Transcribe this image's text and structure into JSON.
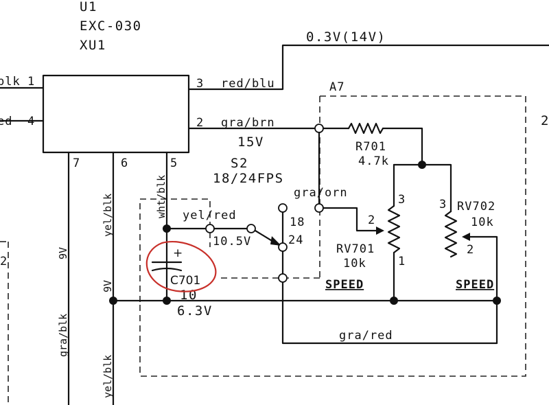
{
  "ic": {
    "name_line1": "U1",
    "name_line2": "EXC-030",
    "name_line3": "XU1",
    "pins": {
      "p1": "1",
      "p2": "2",
      "p3": "3",
      "p4": "4",
      "p5": "5",
      "p6": "6",
      "p7": "7"
    }
  },
  "wires": {
    "top_voltage": "0.3V(14V)",
    "red_blu": "red/blu",
    "gra_brn": "gra/brn",
    "v15": "15V",
    "blk_left": "blk",
    "red_left": "ed",
    "yel_red": "yel/red",
    "gra_orn": "gra/orn",
    "gra_red": "gra/red",
    "wht_blk": "wht/blk",
    "yel_blk_a": "yel/blk",
    "yel_blk_b": "yel/blk",
    "gra_blk": "gra/blk",
    "v_left": "9V",
    "v_left2": "9V",
    "v105": "10.5V",
    "v63": "6.3V",
    "pin10": "10"
  },
  "board": {
    "label": "A7",
    "edge_mark": "2",
    "left_mark": "2"
  },
  "switch": {
    "name": "S2",
    "desc": "18/24FPS",
    "pos18": "18",
    "pos24": "24"
  },
  "parts": {
    "r701_name": "R701",
    "r701_value": "4.7k",
    "rv701_name": "RV701",
    "rv701_value": "10k",
    "rv701_label": "SPEED",
    "rv701_pin1": "1",
    "rv701_pin2": "2",
    "rv701_pin3": "3",
    "rv702_name": "RV702",
    "rv702_value": "10k",
    "rv702_label": "SPEED",
    "rv702_pin2": "2",
    "rv702_pin3": "3",
    "c701_name": "C701",
    "c701_plus": "+"
  },
  "colors": {
    "ink": "#111111",
    "annotation": "#c8302a",
    "background": "#ffffff"
  }
}
